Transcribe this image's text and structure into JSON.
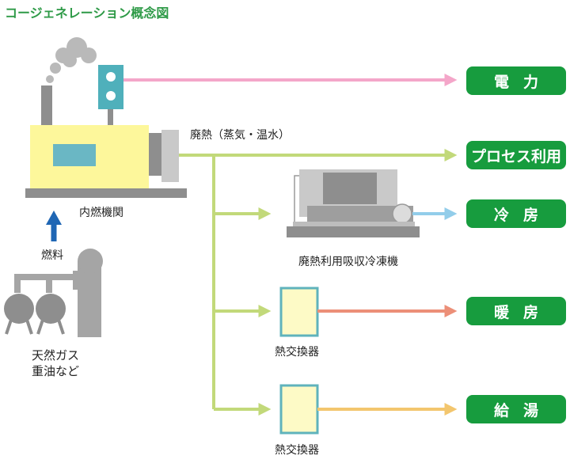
{
  "title": "コージェネレーション概念図",
  "labels": {
    "engine": "内燃機関",
    "waste_heat": "廃熱（蒸気・温水）",
    "fuel": "燃料",
    "fuel_source_line1": "天然ガス",
    "fuel_source_line2": "重油など",
    "absorption_chiller": "廃熱利用吸収冷凍機",
    "heat_exchanger_1": "熱交換器",
    "heat_exchanger_2": "熱交換器"
  },
  "outputs": [
    {
      "label": "電力"
    },
    {
      "label": "プロセス利用"
    },
    {
      "label": "冷房"
    },
    {
      "label": "暖房"
    },
    {
      "label": "給湯"
    }
  ],
  "colors": {
    "title": "#2e9a47",
    "output_box": "#179c3e",
    "electric_line": "#f4a6c9",
    "heat_line": "#c2d97a",
    "cooling_line": "#92cdea",
    "heating_line": "#ec8f78",
    "hot_water_line": "#f3c66e",
    "engine_body": "#fdf79b",
    "fuel_arrow": "#1f66b4",
    "machinery_gray": "#8e8e8e",
    "panel_teal": "#4fb0bb"
  }
}
